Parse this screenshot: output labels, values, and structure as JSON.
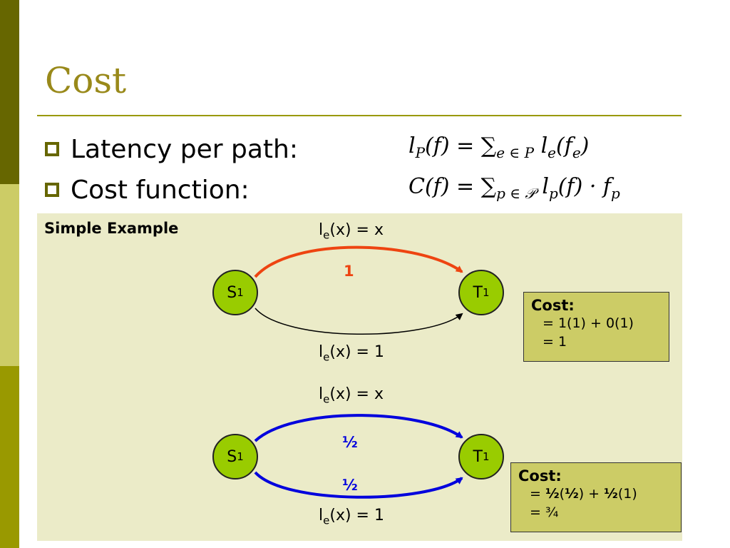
{
  "title": "Cost",
  "bullets": [
    {
      "label": "Latency per path:"
    },
    {
      "label": "Cost function:"
    }
  ],
  "formulas": {
    "latency": {
      "lhs": "l",
      "lhs_sub": "P",
      "mid": "(f) = ∑",
      "sum_sub": "e ∈ P",
      "term": " l",
      "term_sub": "e",
      "tail": "(f",
      "tail_sub": "e",
      "end": ")"
    },
    "cost": {
      "lhs": "C(f) = ∑",
      "sum_sub": "p ∈ 𝒫",
      "term": " l",
      "term_sub": "p",
      "mid": "(f) · f",
      "end_sub": "p"
    }
  },
  "example": {
    "label": "Simple Example",
    "edge_label_top": {
      "pre": "l",
      "sub": "e",
      "post": "(x) = x"
    },
    "edge_label_bottom": {
      "pre": "l",
      "sub": "e",
      "post": "(x) = 1"
    },
    "node_source": {
      "pre": "S",
      "sub": "1"
    },
    "node_target": {
      "pre": "T",
      "sub": "1"
    },
    "diagram1": {
      "flow_top": "1",
      "cost_title": "Cost:",
      "cost_lines": [
        "= 1(1) + 0(1)",
        "= 1"
      ]
    },
    "diagram2": {
      "flow_top": "½",
      "flow_bottom": "½",
      "cost_title": "Cost:",
      "cost_line1": {
        "pre": "= ",
        "a": "½",
        "b": "(",
        "c": "½",
        "d": ") + ",
        "e": "½",
        "f": "(1)"
      },
      "cost_line2": "= ¾"
    }
  },
  "colors": {
    "red_edge": "#ee4411",
    "blue_edge": "#0000dd",
    "node_fill": "#99cc00",
    "accent": "#999900"
  }
}
